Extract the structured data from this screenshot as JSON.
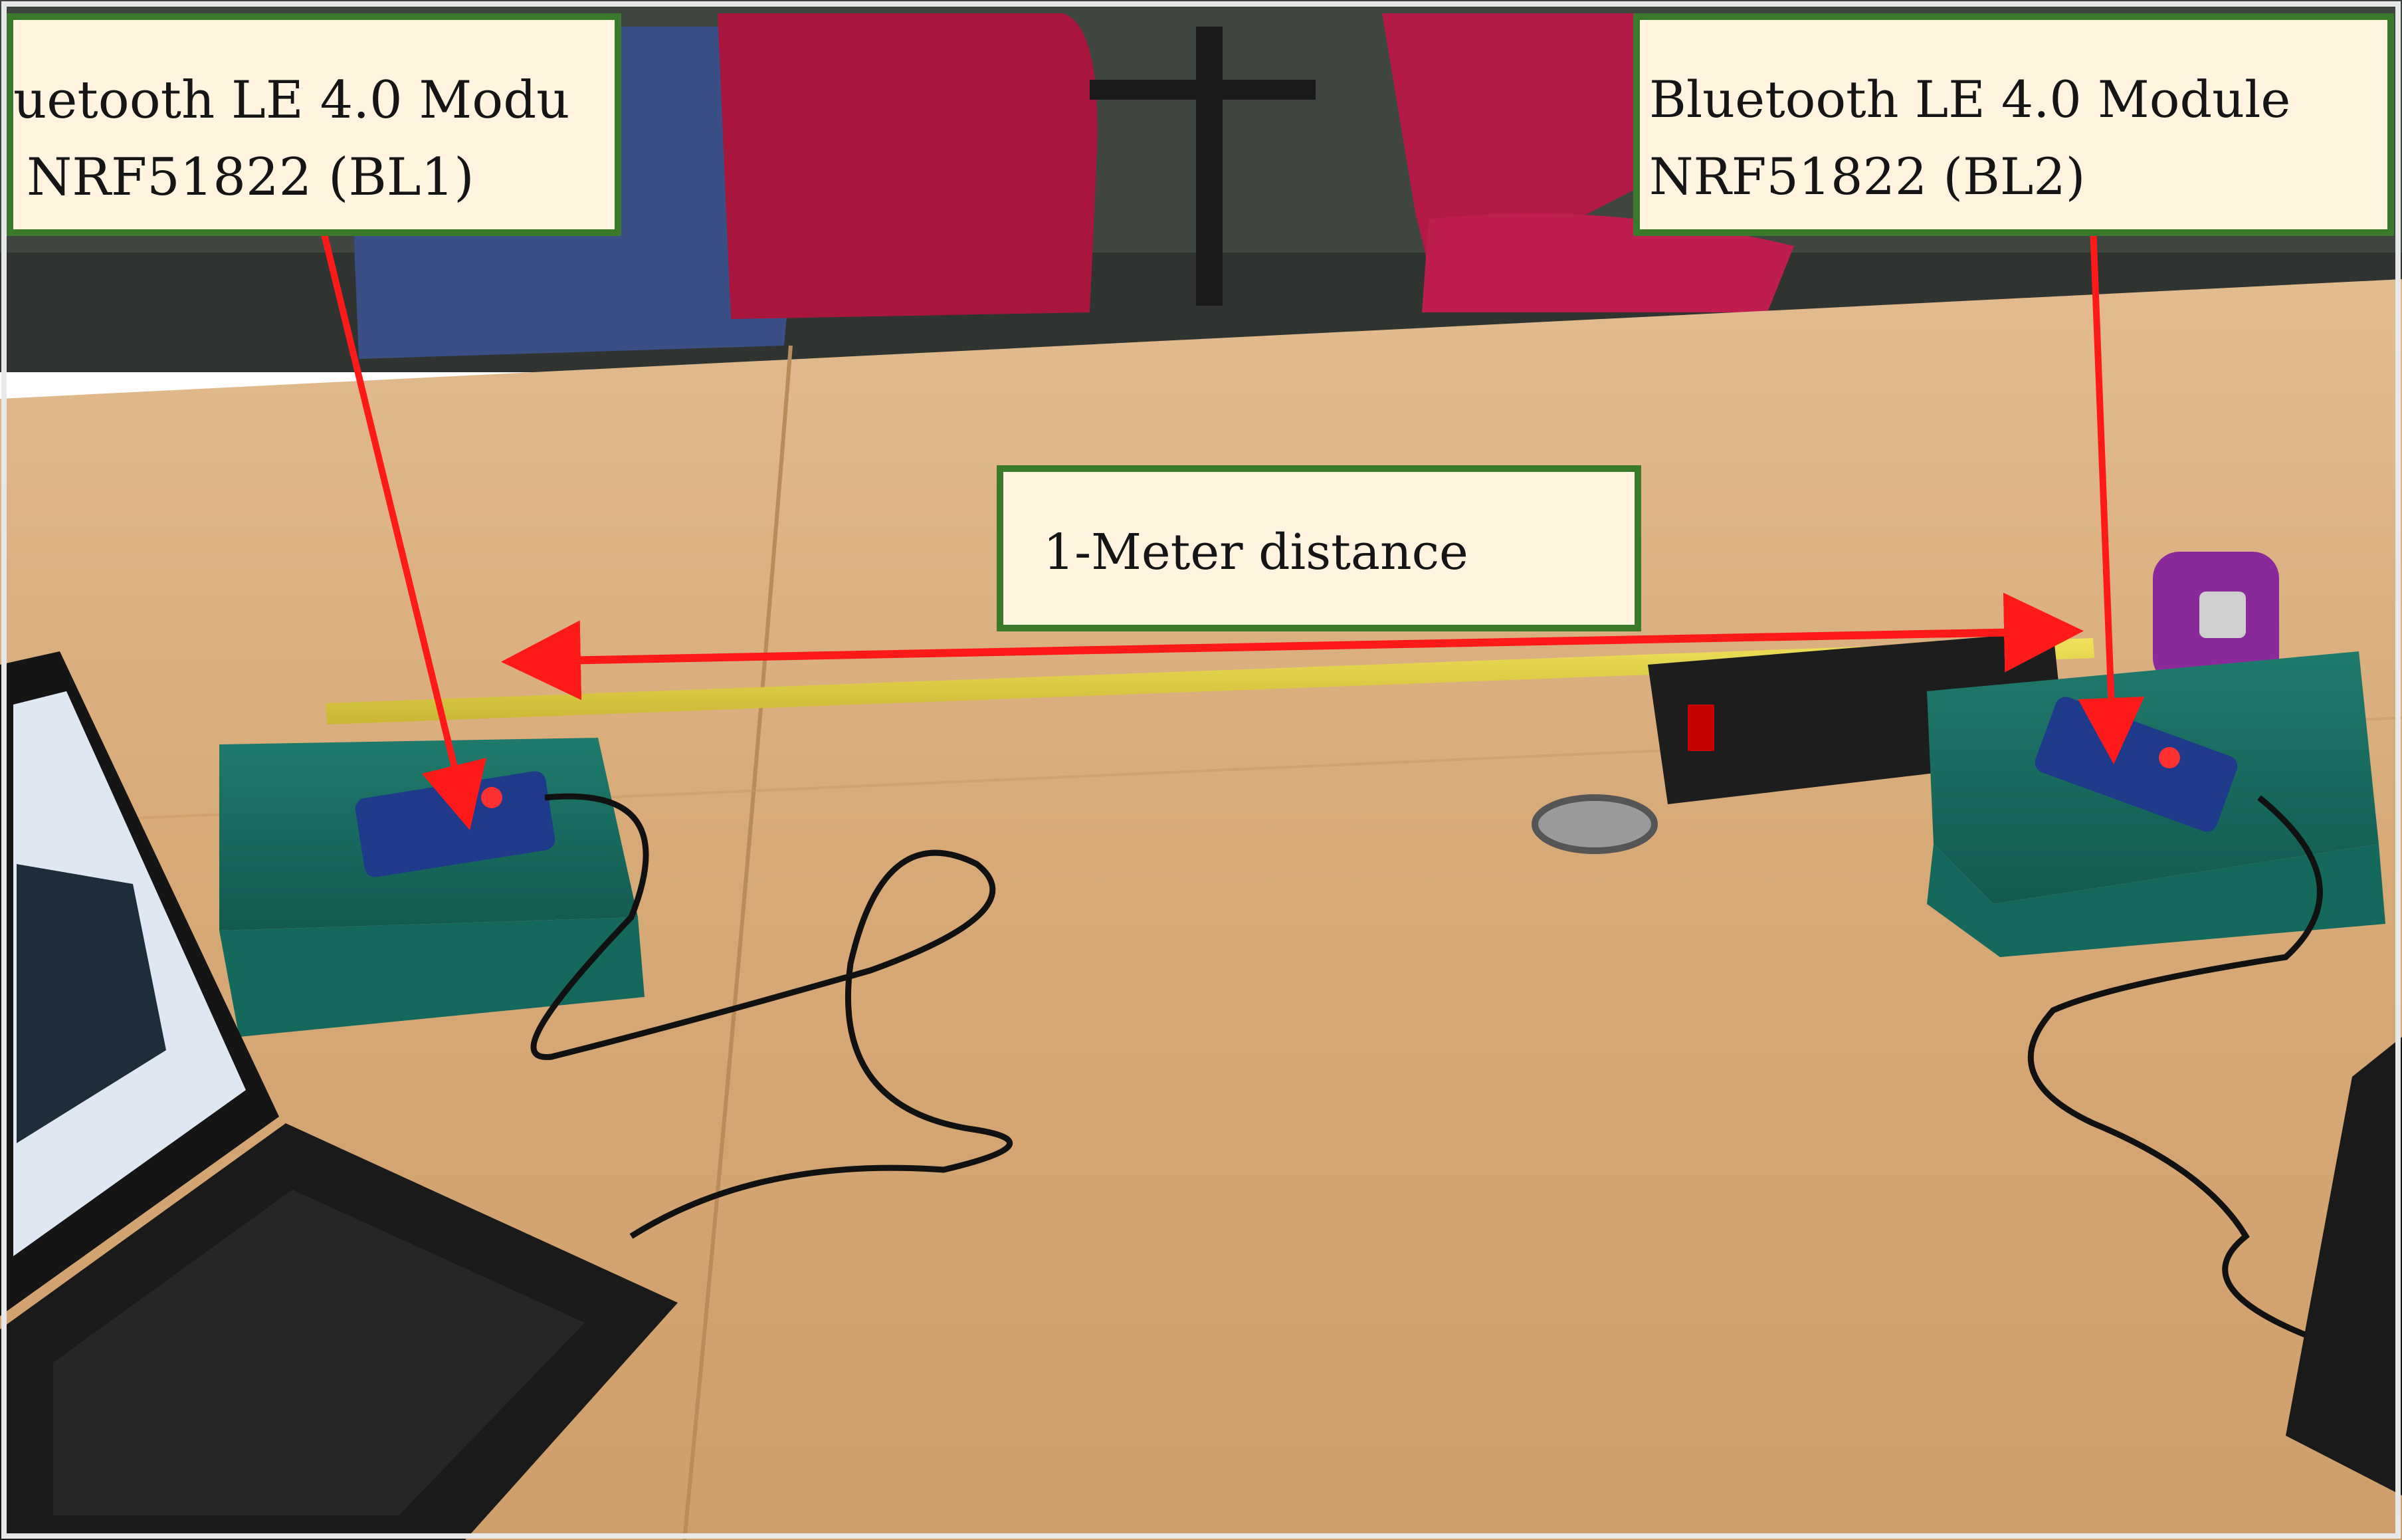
{
  "annotations": {
    "bl1": {
      "line1": "uetooth  LE  4.0  Modu",
      "line2": "NRF51822 (BL1)"
    },
    "bl2": {
      "line1": "Bluetooth  LE  4.0  Module",
      "line2": "NRF51822 (BL2)"
    },
    "distance": {
      "label": "1-Meter distance"
    }
  },
  "colors": {
    "label_border": "#3a7a2a",
    "label_fill": "#fff4df",
    "arrow": "#ff1a1a",
    "table": "#d6a978"
  }
}
